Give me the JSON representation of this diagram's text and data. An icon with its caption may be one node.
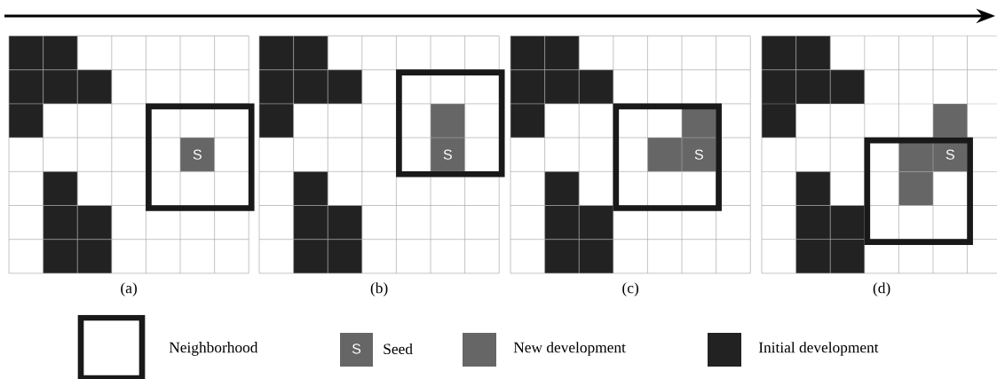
{
  "diagram": {
    "labels": [
      "S",
      "S",
      "S",
      "S",
      "(a)",
      "(b)",
      "(c)",
      "(d)",
      "S"
    ],
    "legend": [
      {
        "text": "Neighborhood"
      },
      {
        "text": "Seed"
      },
      {
        "text": "New development",
        "color": "#666666"
      },
      {
        "text": "Initial development",
        "color": "#222222"
      }
    ]
  }
}
